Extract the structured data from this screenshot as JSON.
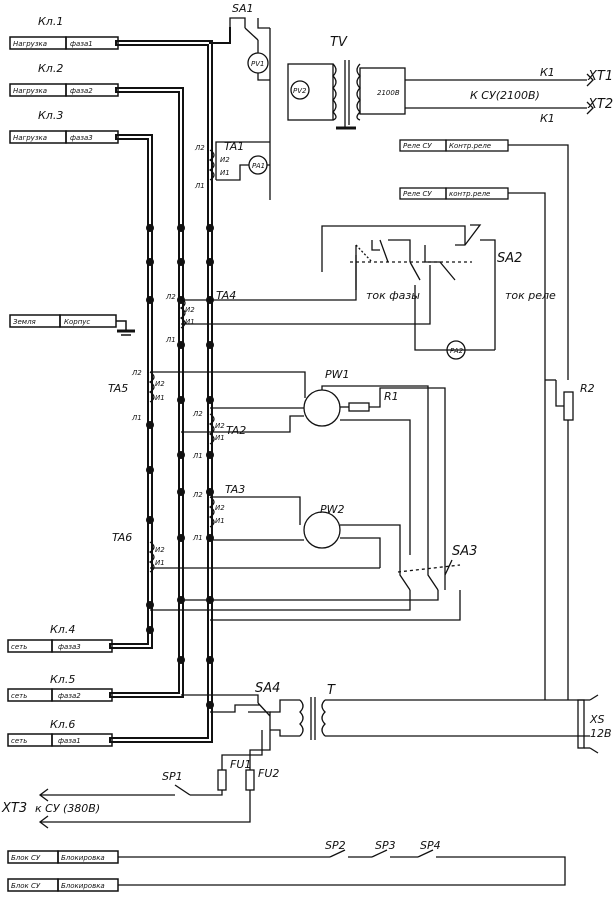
{
  "terminals": {
    "kl1": {
      "num": "Кл.1",
      "a": "Нагрузка",
      "b": "фаза1"
    },
    "kl2": {
      "num": "Кл.2",
      "a": "Нагрузка",
      "b": "фаза2"
    },
    "kl3": {
      "num": "Кл.3",
      "a": "Нагрузка",
      "b": "фаза3"
    },
    "earth": {
      "a": "Земля",
      "b": "Корпус"
    },
    "kl4": {
      "num": "Кл.4",
      "a": "сеть",
      "b": "фаза3"
    },
    "kl5": {
      "num": "Кл.5",
      "a": "сеть",
      "b": "фаза2"
    },
    "kl6": {
      "num": "Кл.6",
      "a": "сеть",
      "b": "фаза1"
    },
    "block1": {
      "a": "Блок СУ",
      "b": "Блокировка"
    },
    "block2": {
      "a": "Блок СУ",
      "b": "Блокировка"
    },
    "relay1": {
      "a": "Реле СУ",
      "b": "Контр.реле"
    },
    "relay2": {
      "a": "Реле СУ",
      "b": "контр.реле"
    }
  },
  "components": {
    "sa1": "SA1",
    "pv1": "PV1",
    "tv": "TV",
    "pv2": "PV2",
    "tv_voltage": "2100В",
    "k1_top": "К1",
    "k1_bottom": "К1",
    "ksu": "К СУ(2100В)",
    "xt1": "XT1",
    "xt2": "XT2",
    "ta1": "TA1",
    "pa1": "PA1",
    "ta4": "TA4",
    "sa2": "SA2",
    "tok_faza": "ток фазы",
    "tok_rele": "ток реле",
    "pa2": "PA2",
    "r2": "R2",
    "ta5": "TA5",
    "pw1": "PW1",
    "r1": "R1",
    "ta2": "TA2",
    "ta3": "TA3",
    "pw2": "PW2",
    "sa3": "SA3",
    "ta6": "TA6",
    "sa4": "SA4",
    "t": "T",
    "xs": "XS",
    "xs_v": "12В",
    "sp1": "SP1",
    "fu1": "FU1",
    "fu2": "FU2",
    "xt3": "XT3",
    "ksu380": "к СУ (380В)",
    "sp2": "SP2",
    "sp3": "SP3",
    "sp4": "SP4",
    "l1": "Л1",
    "l2": "Л2",
    "u1": "И1",
    "u2": "И2"
  }
}
